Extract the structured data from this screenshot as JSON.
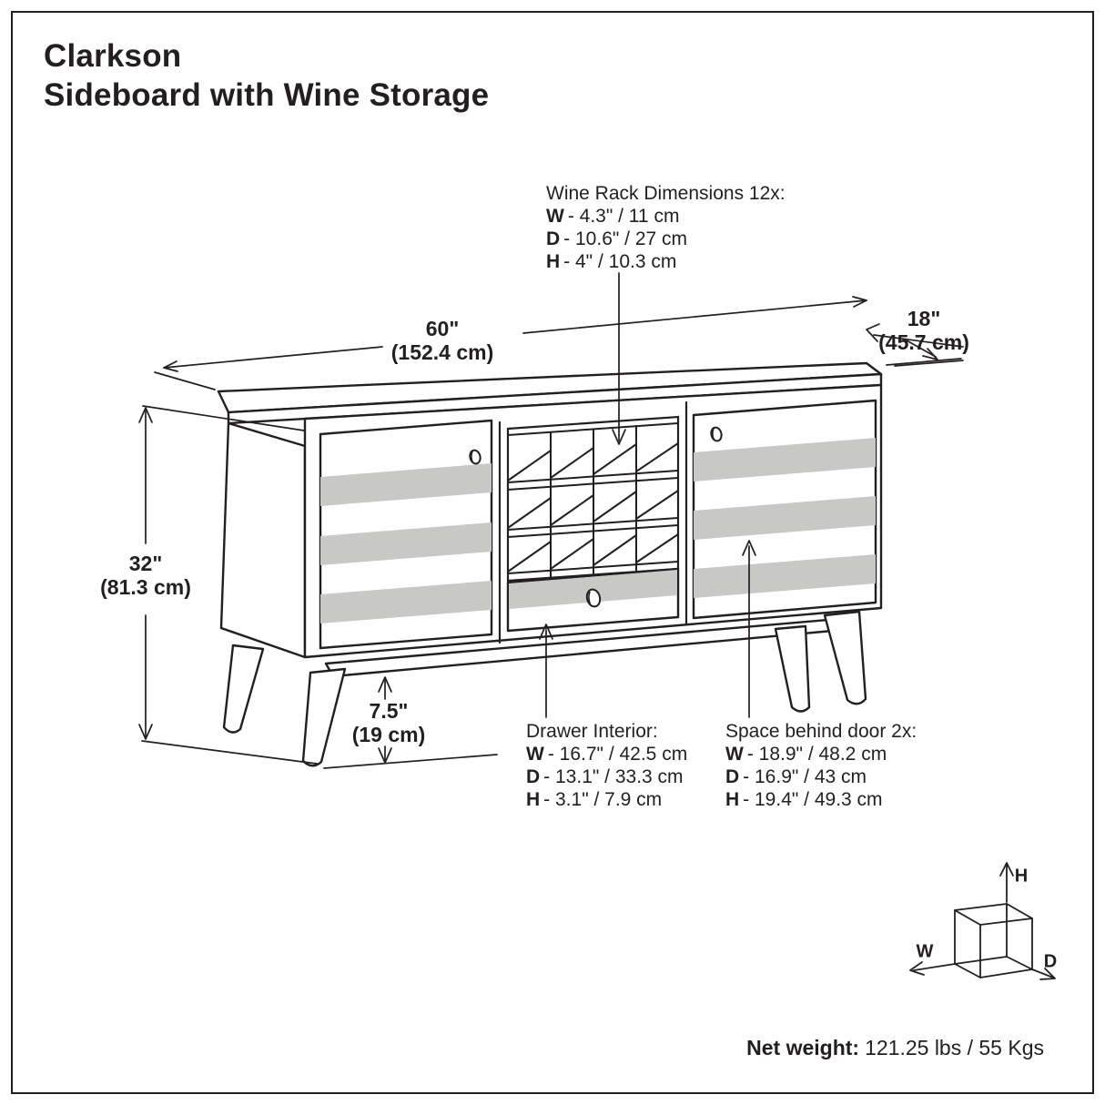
{
  "colors": {
    "line": "#231f20",
    "stripe": "#c8c8c7",
    "text": "#231f20"
  },
  "title": {
    "line1": "Clarkson",
    "line2": "Sideboard with Wine Storage"
  },
  "dimensions": {
    "width": {
      "inches": "60\"",
      "metric": "(152.4 cm)"
    },
    "depth": {
      "inches": "18\"",
      "metric": "(45.7 cm)"
    },
    "height": {
      "inches": "32\"",
      "metric": "(81.3 cm)"
    },
    "leg_height": {
      "inches": "7.5\"",
      "metric": "(19 cm)"
    }
  },
  "annotations": {
    "wine_rack": {
      "heading": "Wine Rack Dimensions 12x:",
      "rows": [
        {
          "key": "W",
          "value": "- 4.3\" / 11 cm"
        },
        {
          "key": "D",
          "value": "- 10.6\" / 27 cm"
        },
        {
          "key": "H",
          "value": "- 4\" / 10.3 cm"
        }
      ]
    },
    "drawer": {
      "heading": "Drawer Interior:",
      "rows": [
        {
          "key": "W",
          "value": "- 16.7\" / 42.5 cm"
        },
        {
          "key": "D",
          "value": "- 13.1\" / 33.3 cm"
        },
        {
          "key": "H",
          "value": "- 3.1\" / 7.9 cm"
        }
      ]
    },
    "door": {
      "heading": "Space behind door 2x:",
      "rows": [
        {
          "key": "W",
          "value": "- 18.9\" / 48.2 cm"
        },
        {
          "key": "D",
          "value": "- 16.9\" / 43 cm"
        },
        {
          "key": "H",
          "value": "- 19.4\" / 49.3 cm"
        }
      ]
    }
  },
  "net_weight": {
    "label": "Net weight:",
    "value": "121.25 lbs / 55 Kgs"
  },
  "axis_cube": {
    "height_label": "H",
    "width_label": "W",
    "depth_label": "D"
  }
}
